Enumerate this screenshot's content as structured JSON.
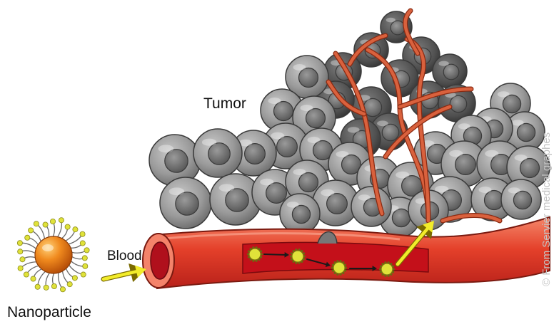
{
  "labels": {
    "tumor": "Tumor",
    "blood": "Blood",
    "nanoparticle": "Nanoparticle",
    "credit": "© From Servier medical graphes"
  },
  "colors": {
    "vessel_wall": "#e8492f",
    "vessel_inner": "#c4101a",
    "vessel_highlight": "#f79a83",
    "capillary": "#d9613d",
    "cell_light": "#a6a6a6",
    "cell_dark": "#5a5a5a",
    "nucleus": "#7a7a7a",
    "nanoparticle_core": "#f08a1e",
    "ligand": "#e0e23a",
    "flow_arrow": "#f2ec2a"
  }
}
